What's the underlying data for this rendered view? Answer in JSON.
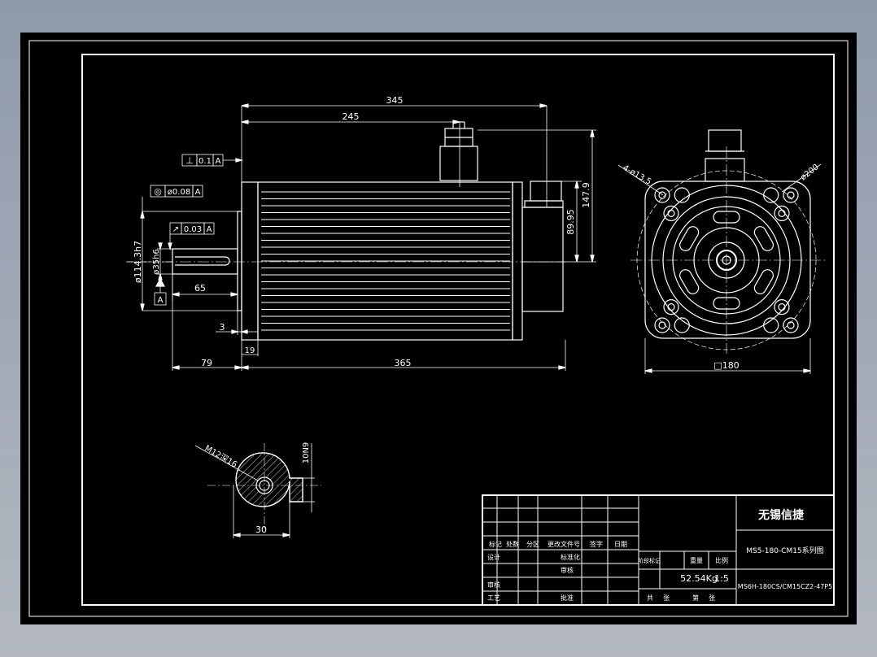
{
  "colors": {
    "background": "#000000",
    "line": "#ffffff",
    "outer": "#9aa3b0"
  },
  "side_view": {
    "dims": {
      "d345": "345",
      "d245": "245",
      "d147_9": "147.9",
      "d89_95": "89.95",
      "d65": "65",
      "d3": "3",
      "d79": "79",
      "d19": "19",
      "d365": "365",
      "dia114": "ø114.3h7",
      "dia35": "ø35h6"
    },
    "tolerances": {
      "perp": {
        "symbol": "⊥",
        "value": "0.1",
        "datum": "A"
      },
      "conc": {
        "symbol": "◎",
        "value": "ø0.08",
        "datum": "A"
      },
      "runout": {
        "symbol": "↗",
        "value": "0.03",
        "datum": "A"
      }
    },
    "datum_label": "A"
  },
  "front_view": {
    "holes": "4-ø13.5",
    "pcd": "ø200",
    "width": "□180"
  },
  "shaft_section": {
    "thread": "M12深16",
    "key": "10N9",
    "width": "30"
  },
  "title_block": {
    "company": "无锡信捷",
    "drawing_name": "MS5-180-CM15系列图",
    "weight": "52.54Kg",
    "scale": "1:5",
    "model": "MS6H-180CS/CM15CZ2-47P5",
    "headers": [
      "标记",
      "处数",
      "分区",
      "更改文件号",
      "签字",
      "日期"
    ],
    "rows": {
      "design": "设计",
      "standard": "标准化",
      "review": "审核",
      "craft": "工艺",
      "approve": "批准"
    },
    "stage_labels": [
      "阶段标记",
      "重量",
      "比例"
    ],
    "bottom": [
      "共",
      "张",
      "第",
      "张"
    ]
  }
}
